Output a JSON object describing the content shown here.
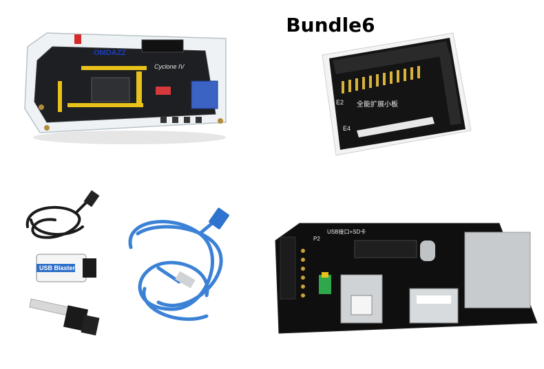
{
  "title": "Bundle6",
  "fpga_board": {
    "brand": "OMDAZZ",
    "chip_label": "Cyclone IV"
  },
  "expansion_board": {
    "label_main": "全能扩展小板",
    "label_e2": "E2",
    "label_e4": "E4"
  },
  "usb_blaster": {
    "label": "USB Blaster"
  },
  "sd_usb_board": {
    "label_header": "USB接口+SD卡",
    "label_p2": "P2"
  }
}
